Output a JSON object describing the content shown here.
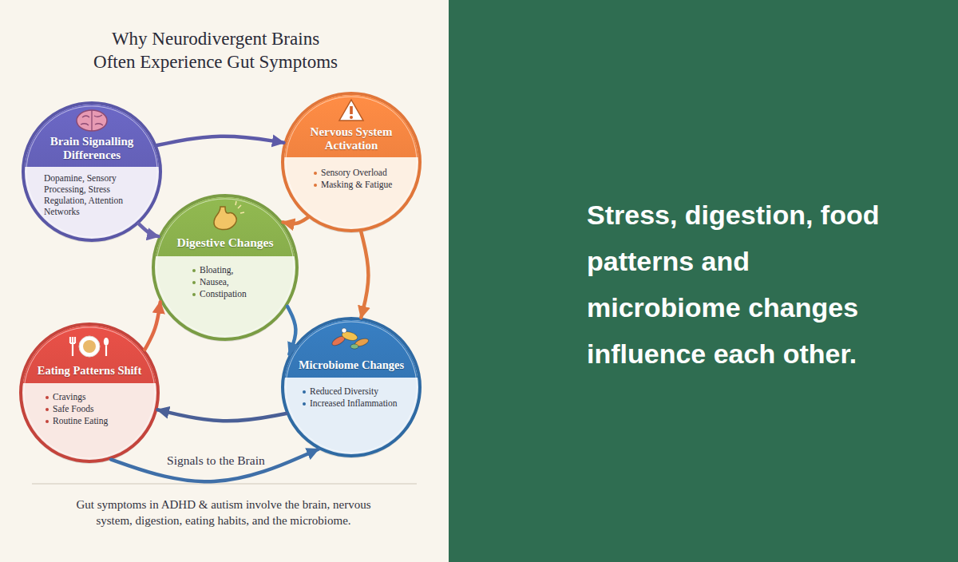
{
  "diagram": {
    "title": "Why Neurodivergent Brains Often Experience Gut Symptoms",
    "caption": "Gut symptoms in ADHD & autism involve the brain, nervous system, digestion, eating habits, and the microbiome.",
    "nodes": [
      {
        "text": [
          "Brain Signalling Differences",
          "Dopamine, Sensory Processing, Stress Regulation, Attention Networks"
        ]
      },
      {
        "text": [
          "Nervous System Activation",
          "Sensory Overload",
          "Masking & Fatigue"
        ]
      },
      {
        "text": [
          "Digestive Changes",
          "Bloating,",
          "Nausea,",
          "Constipation"
        ]
      },
      {
        "text": [
          "Eating Patterns Shift",
          "Cravings",
          "Safe Foods",
          "Routine Eating"
        ]
      },
      {
        "text": [
          "Microbiome Changes",
          "Reduced Diversity",
          "Increased Inflammation"
        ]
      }
    ],
    "edges": [
      {
        "from": 0,
        "to": 1,
        "arrow": "to"
      },
      {
        "from": 0,
        "to": 2,
        "arrow": "to"
      },
      {
        "from": 1,
        "to": 2,
        "arrow": "to"
      },
      {
        "from": 1,
        "to": 4,
        "arrow": "to"
      },
      {
        "from": 2,
        "to": 4,
        "arrow": "to"
      },
      {
        "from": 4,
        "to": 3,
        "arrow": "to"
      },
      {
        "from": 3,
        "to": 2,
        "arrow": "to"
      },
      {
        "from": 3,
        "to": 4,
        "label": "Signals to the Brain",
        "arrow": "to"
      }
    ],
    "labels": [
      "Stress, digestion, food patterns and microbiome changes influence each other."
    ]
  }
}
